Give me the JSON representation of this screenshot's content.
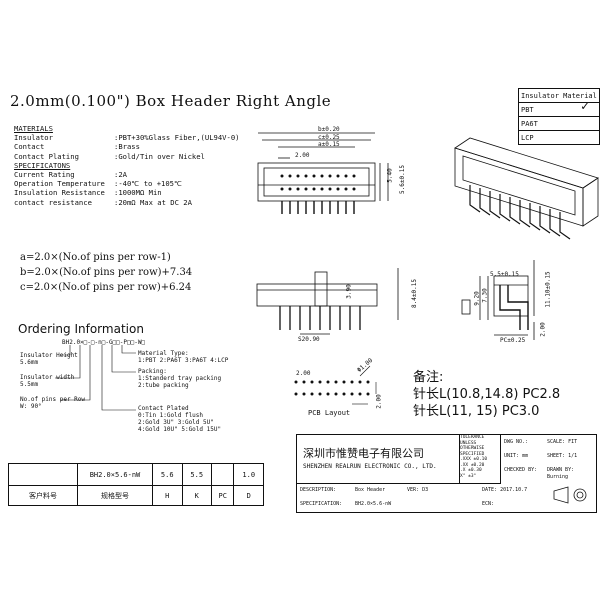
{
  "title": "2.0mm(0.100\") Box Header Right Angle",
  "materials": {
    "heading1": "MATERIALS",
    "heading2": "SPECIFICATONS",
    "rows1": [
      {
        "label": "Insulator",
        "value": ":PBT+30%Glass Fiber,(UL94V-0)"
      },
      {
        "label": "Contact",
        "value": ":Brass"
      },
      {
        "label": "Contact Plating",
        "value": ":Gold/Tin over Nickel"
      }
    ],
    "rows2": [
      {
        "label": "Current Rating",
        "value": ":2A"
      },
      {
        "label": "Operation Temperature",
        "value": ":-40℃ to +105℃"
      },
      {
        "label": "Insulation Resistance",
        "value": ":1000MΩ Min"
      },
      {
        "label": "contact resistance",
        "value": ":20mΩ Max at DC 2A"
      }
    ]
  },
  "insulator_material": {
    "header": "Insulator Material",
    "options": [
      "PBT",
      "PA6T",
      "LCP"
    ]
  },
  "formulas": [
    "a=2.0×(No.of pins per row-1)",
    "b=2.0×(No.of pins per row)+7.34",
    "c=2.0×(No.of pins per row)+6.24"
  ],
  "ordering": {
    "heading": "Ordering Information",
    "code": "BH2.0×□-□-n□-G□□-P□□-W□",
    "insulator_height": [
      "Insulator Height",
      "5.6mm"
    ],
    "insulator_width": [
      "Insulator width",
      "5.5mm"
    ],
    "no_pins": [
      "No.of pins per Row",
      "W: 90°"
    ],
    "material_type": [
      "Material Type:",
      "1:PBT 2:PA6T 3:PA6T 4:LCP"
    ],
    "packing": [
      "Packing:",
      "1:Standerd tray packing",
      "2:tube packing"
    ],
    "contact_plated": [
      "Contact Plated",
      "0:Tin     1:Gold flush",
      "2:Gold 3U\"   3:Gold 5U\"",
      "4:Gold 10U\"  5:Gold 15U\""
    ]
  },
  "dims": {
    "b": "b±0.20",
    "c": "c±0.25",
    "a": "a±0.15",
    "pitch": "2.00",
    "h1": "5.40",
    "h2": "5.6±0.15",
    "h3": "3.90",
    "h4": "8.4±0.15",
    "side1": "9.20",
    "side2": "7.30",
    "side3": "11.10±0.15",
    "bottom1": "5.5±0.15",
    "bottom2": "PC±0.25",
    "bottom3": "2.00",
    "pcb1": "Φ1.00",
    "pcb2": "2.00",
    "pcb3": "2.00",
    "pcb_label": "PCB Layout"
  },
  "note": {
    "heading": "备注:",
    "line1": "针长L(10.8,14.8) PC2.8",
    "line2": "针长L(11, 15) PC3.0"
  },
  "bottom_table": {
    "row1": [
      "BH2.0×5.6-nW",
      "5.6",
      "5.5",
      "",
      "1.0"
    ],
    "row2": [
      "客户料号",
      "规格型号",
      "H",
      "K",
      "PC",
      "D"
    ]
  },
  "title_block": {
    "company_cn": "深圳市惟赞电子有限公司",
    "company_en": "SHENZHEN REALRUN ELECTRONIC CO., LTD.",
    "tolerance": [
      "TOLERANCE",
      "UNLESS",
      "OTHERWISE",
      "SPECIFIED"
    ],
    "tol_values": [
      ".XXX ±0.10",
      ".XX ±0.20",
      ".X ±0.30",
      "X° ±3°"
    ],
    "dwg_no": "DWG NO.:",
    "unit_label": "UNIT:",
    "unit_value": "mm",
    "scale_label": "SCALE:",
    "scale_value": "FIT",
    "sheet_label": "SHEET:",
    "sheet_value": "1/1",
    "checked_by": "CHECKED BY:",
    "drawn_by": "DRAWN BY: Burning",
    "description_label": "DESCRIPTION:",
    "description_value": "Box Header",
    "ver_label": "VER:",
    "ver_value": "D3",
    "date_label": "DATE:",
    "date_value": "2017.10.7",
    "spec_label": "SPECIFICATION:",
    "spec_value": "BH2.0×5.6-nW",
    "ecn_label": "ECN:"
  }
}
